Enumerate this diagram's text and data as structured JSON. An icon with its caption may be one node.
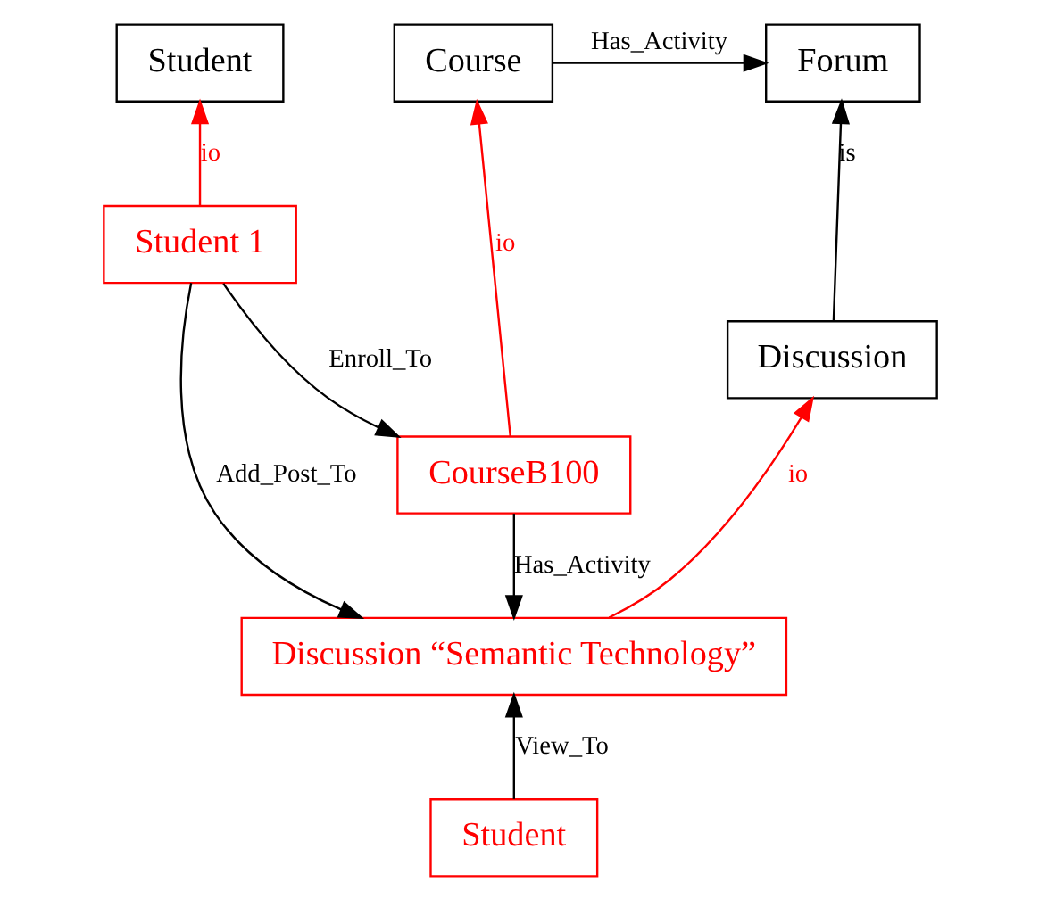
{
  "diagram": {
    "nodes": [
      {
        "text": [
          "Student"
        ]
      },
      {
        "text": [
          "Course"
        ]
      },
      {
        "text": [
          "Forum"
        ]
      },
      {
        "text": [
          "Student 1"
        ]
      },
      {
        "text": [
          "CourseB100"
        ]
      },
      {
        "text": [
          "Discussion"
        ]
      },
      {
        "text": [
          "Discussion “Semantic Technology”"
        ]
      },
      {
        "text": [
          "Student"
        ]
      }
    ],
    "edges": [
      {
        "from": 3,
        "to": 0,
        "arrow": "to",
        "label": "io",
        "color": "#ff0000"
      },
      {
        "from": 4,
        "to": 1,
        "arrow": "to",
        "label": "io",
        "color": "#ff0000"
      },
      {
        "from": 1,
        "to": 2,
        "arrow": "to",
        "label": "Has_Activity"
      },
      {
        "from": 5,
        "to": 2,
        "arrow": "to",
        "label": "is"
      },
      {
        "from": 3,
        "to": 4,
        "arrow": "to",
        "label": "Enroll_To"
      },
      {
        "from": 3,
        "to": 6,
        "arrow": "to",
        "label": "Add_Post_To"
      },
      {
        "from": 4,
        "to": 6,
        "arrow": "to",
        "label": "Has_Activity"
      },
      {
        "from": 6,
        "to": 5,
        "arrow": "to",
        "label": "io",
        "color": "#ff0000"
      },
      {
        "from": 7,
        "to": 6,
        "arrow": "to",
        "label": "View_To"
      }
    ]
  }
}
